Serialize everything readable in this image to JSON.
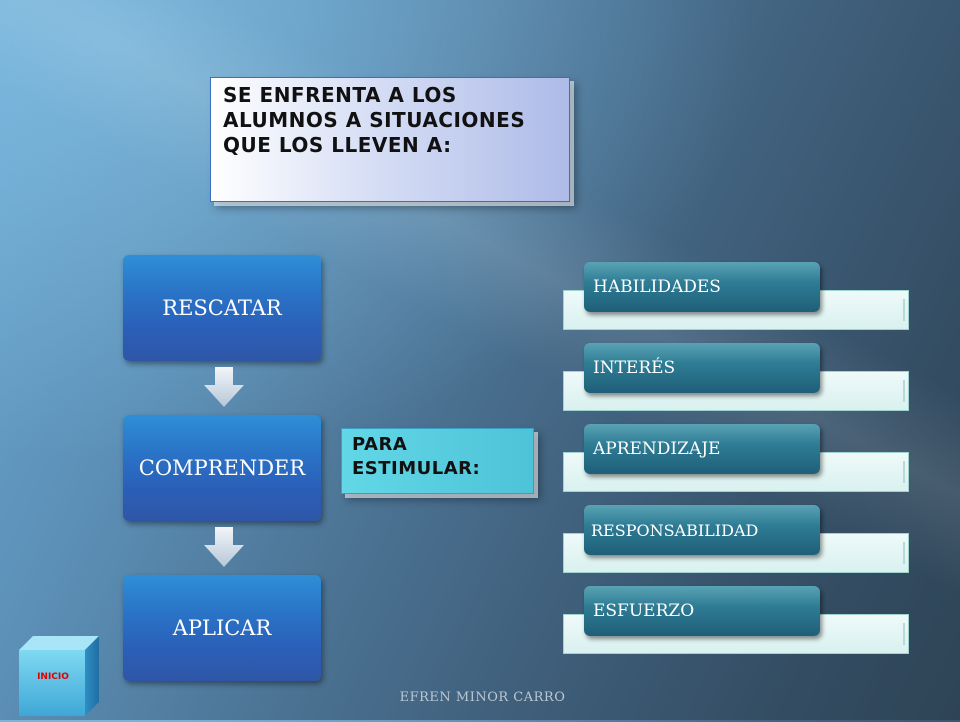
{
  "intro_callout": "SE ENFRENTA A LOS ALUMNOS A SITUACIONES QUE LOS LLEVEN  A:",
  "flow": [
    "RESCATAR",
    "COMPRENDER",
    "APLICAR"
  ],
  "stimulus_callout": "PARA ESTIMULAR:",
  "list": [
    "HABILIDADES",
    "INTERÉS",
    "APRENDIZAJE",
    "RESPONSABILIDAD",
    "ESFUERZO"
  ],
  "home_button": "INICIO",
  "footer": "EFREN MINOR CARRO",
  "colors": {
    "flow_box": "#2a6cc4",
    "list_tab": "#2f7d95",
    "stimulus_box": "#55cbe0",
    "home_label": "#e00000"
  },
  "icons": {
    "flow_connector": "arrow-down-icon",
    "home": "cube-icon"
  }
}
